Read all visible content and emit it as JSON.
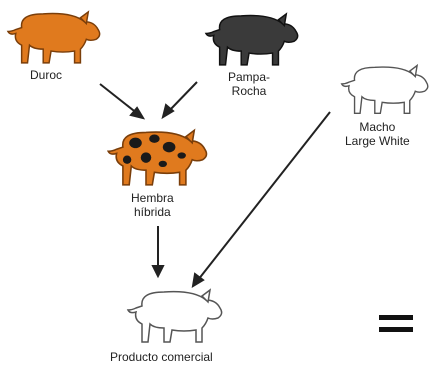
{
  "nodes": {
    "duroc": {
      "label": "Duroc",
      "color": "#e07a1e",
      "icon": "orange-pig-icon"
    },
    "pampa_rocha": {
      "line1": "Pampa-",
      "line2": "Rocha",
      "color": "#3a3a3a",
      "icon": "black-pig-icon"
    },
    "macho_large_white": {
      "line1": "Macho",
      "line2": "Large White",
      "color": "#ffffff",
      "icon": "white-pig-icon"
    },
    "hembra_hibrida": {
      "line1": "Hembra",
      "line2": "híbrida",
      "color": "#e07a1e",
      "spot_color": "#1a1a1a",
      "icon": "spotted-pig-icon"
    },
    "producto_comercial": {
      "label": "Producto comercial",
      "color": "#ffffff",
      "icon": "white-pig-icon"
    }
  },
  "equals_sign": "="
}
